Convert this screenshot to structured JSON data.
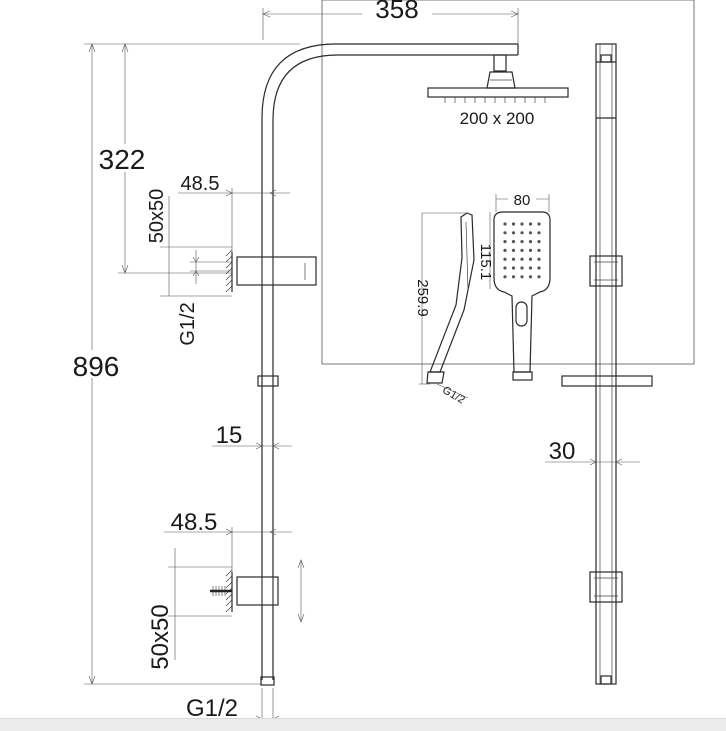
{
  "dimensions": {
    "arm_length": "358",
    "top_height": "322",
    "total_height": "896",
    "upper_offset": "48.5",
    "lower_offset": "48.5",
    "upper_bracket": "50x50",
    "lower_bracket": "50x50",
    "upper_thread": "G1/2",
    "bottom_thread": "G1/2",
    "rail_diameter": "15",
    "side_width": "30"
  },
  "overhead_shower": {
    "size": "200 x 200"
  },
  "hand_shower": {
    "width": "80",
    "head_length": "115.1",
    "total_length": "259.9",
    "thread": "G1/2"
  },
  "colors": {
    "line": "#2a2a2a",
    "dimension": "#555555",
    "background": "#ffffff"
  }
}
